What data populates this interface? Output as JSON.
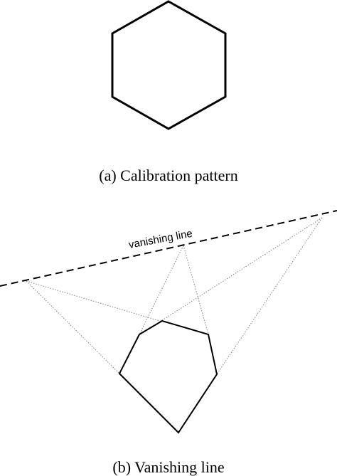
{
  "panel_a": {
    "caption": "(a) Calibration pattern",
    "shape": "hexagon",
    "stroke_color": "#000000"
  },
  "panel_b": {
    "caption": "(b) Vanishing line",
    "vanishing_line_label": "vanishing line",
    "shape": "hexagon-perspective",
    "stroke_color": "#000000",
    "construction_line_color": "#808080"
  }
}
